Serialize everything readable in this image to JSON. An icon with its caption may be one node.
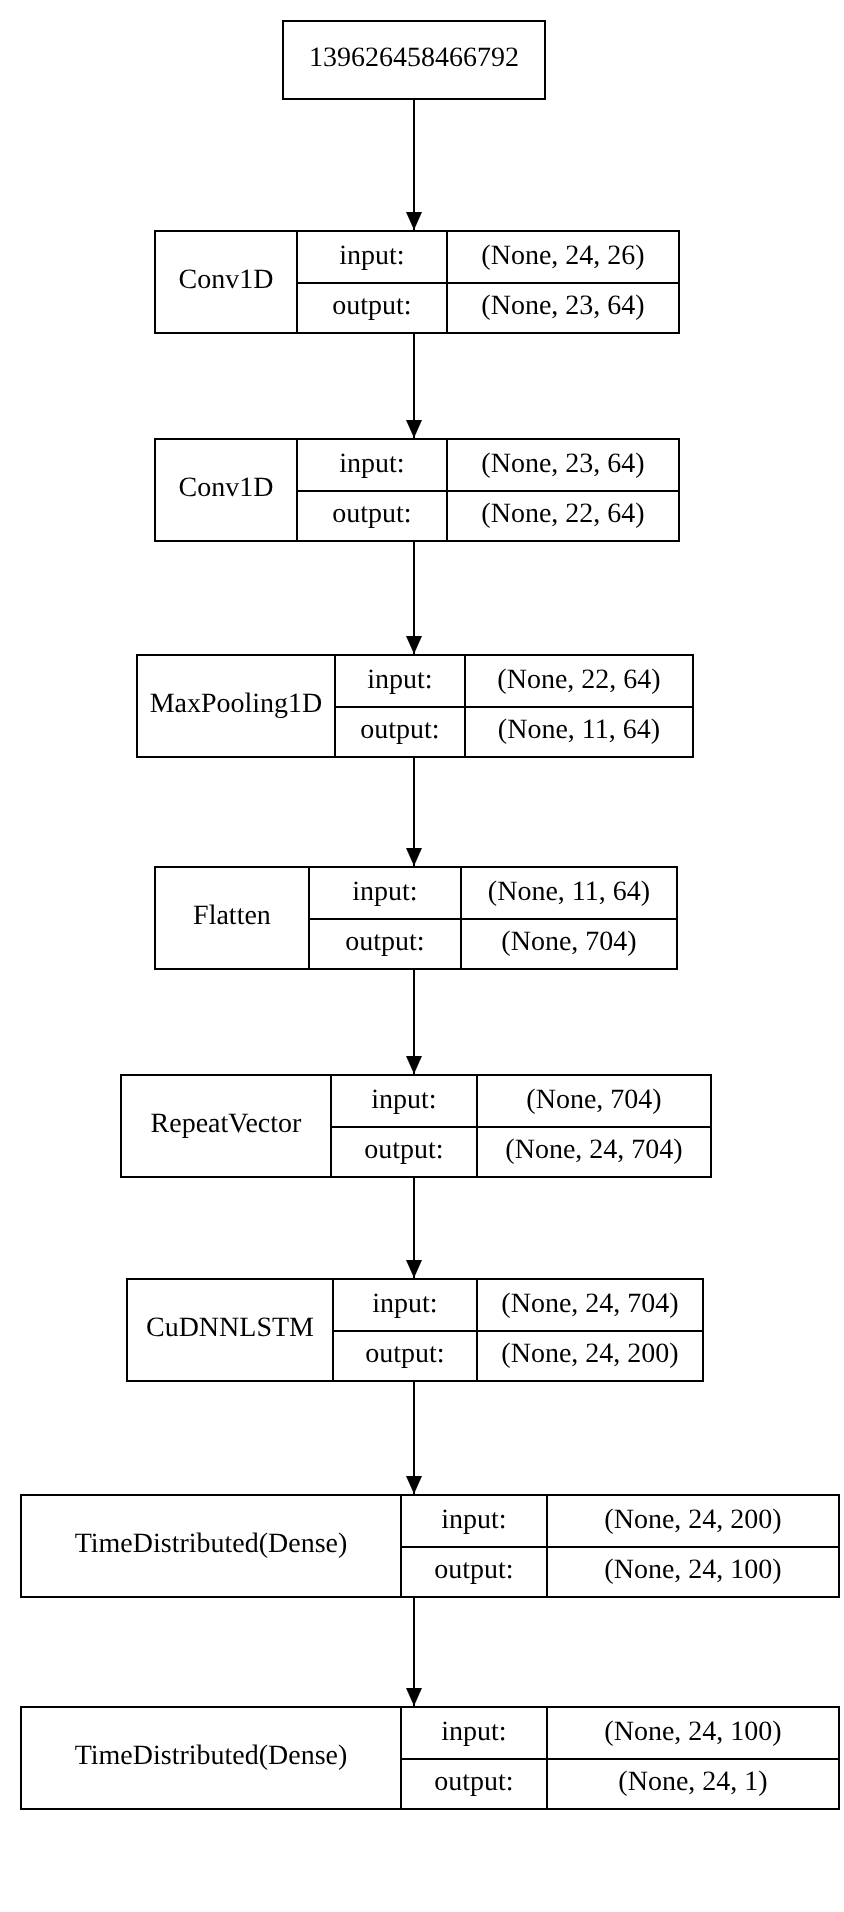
{
  "diagram": {
    "nodes": [
      {
        "text": [
          "139626458466792"
        ]
      },
      {
        "text": [
          "Conv1D",
          "input:",
          "(None, 24, 26)",
          "output:",
          "(None, 23, 64)"
        ]
      },
      {
        "text": [
          "Conv1D",
          "input:",
          "(None, 23, 64)",
          "output:",
          "(None, 22, 64)"
        ]
      },
      {
        "text": [
          "MaxPooling1D",
          "input:",
          "(None, 22, 64)",
          "output:",
          "(None, 11, 64)"
        ]
      },
      {
        "text": [
          "Flatten",
          "input:",
          "(None, 11, 64)",
          "output:",
          "(None, 704)"
        ]
      },
      {
        "text": [
          "RepeatVector",
          "input:",
          "(None, 704)",
          "output:",
          "(None, 24, 704)"
        ]
      },
      {
        "text": [
          "CuDNNLSTM",
          "input:",
          "(None, 24, 704)",
          "output:",
          "(None, 24, 200)"
        ]
      },
      {
        "text": [
          "TimeDistributed(Dense)",
          "input:",
          "(None, 24, 200)",
          "output:",
          "(None, 24, 100)"
        ]
      },
      {
        "text": [
          "TimeDistributed(Dense)",
          "input:",
          "(None, 24, 100)",
          "output:",
          "(None, 24, 1)"
        ]
      }
    ],
    "edges": [
      {
        "from": 0,
        "to": 1,
        "arrow": "to"
      },
      {
        "from": 1,
        "to": 2,
        "arrow": "to"
      },
      {
        "from": 2,
        "to": 3,
        "arrow": "to"
      },
      {
        "from": 3,
        "to": 4,
        "arrow": "to"
      },
      {
        "from": 4,
        "to": 5,
        "arrow": "to"
      },
      {
        "from": 5,
        "to": 6,
        "arrow": "to"
      },
      {
        "from": 6,
        "to": 7,
        "arrow": "to"
      },
      {
        "from": 7,
        "to": 8,
        "arrow": "to"
      }
    ]
  }
}
